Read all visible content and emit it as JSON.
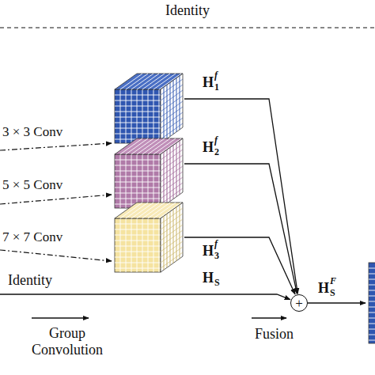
{
  "diagram": {
    "nodes": [
      {
        "text": [
          "+"
        ]
      }
    ],
    "labels": [
      "Identity",
      "3 × 3 Conv",
      "5 × 5 Conv",
      "7 × 7 Conv",
      "H",
      "1",
      "f",
      "H",
      "2",
      "f",
      "H",
      "3",
      "f",
      "H",
      "S",
      "F",
      "Identity",
      "H",
      "S",
      "Group Convolution",
      "Fusion"
    ]
  }
}
